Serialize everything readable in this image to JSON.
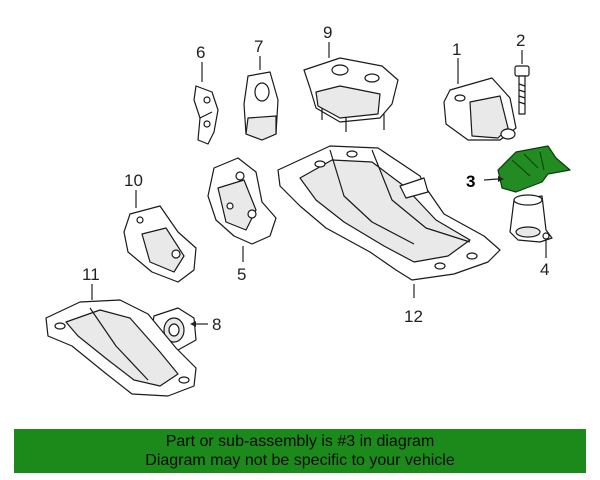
{
  "callouts": {
    "c1": "1",
    "c2": "2",
    "c3": "3",
    "c4": "4",
    "c5": "5",
    "c6": "6",
    "c7": "7",
    "c8": "8",
    "c9": "9",
    "c10": "10",
    "c11": "11",
    "c12": "12"
  },
  "highlight_color": "#228b22",
  "banner": {
    "line1": "Part or sub-assembly is #3 in diagram",
    "line2": "Diagram may not be specific to your vehicle",
    "background": "#1b8a1b"
  }
}
